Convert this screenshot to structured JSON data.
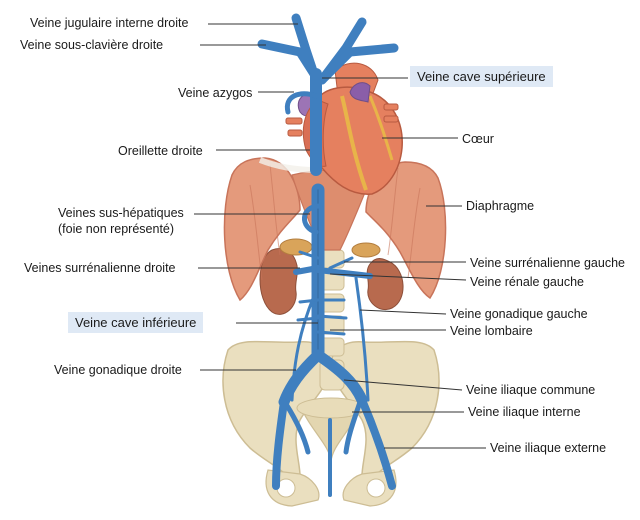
{
  "labels": {
    "jugulaire": "Veine jugulaire interne droite",
    "sous_claviere": "Veine sous-clavière droite",
    "azygos": "Veine azygos",
    "oreillette": "Oreillette droite",
    "sus_hep_1": "Veines sus-hépatiques",
    "sus_hep_2": "(foie non représenté)",
    "surrenale_d": "Veines surrénalienne droite",
    "cave_inf": "Veine cave inférieure",
    "gonadique_d": "Veine gonadique droite",
    "cave_sup": "Veine cave supérieure",
    "coeur": "Cœur",
    "diaphragme": "Diaphragme",
    "surrenale_g": "Veine surrénalienne gauche",
    "renale_g": "Veine rénale gauche",
    "gonadique_g": "Veine gonadique gauche",
    "lombaire": "Veine lombaire",
    "iliaque_commune": "Veine iliaque commune",
    "iliaque_interne": "Veine iliaque interne",
    "iliaque_externe": "Veine iliaque externe"
  },
  "colors": {
    "vein": "#3f7fbf",
    "vein_dark": "#2c5f93",
    "muscle": "#e49a7c",
    "muscle_dark": "#c8745a",
    "heart": "#e5805f",
    "bone": "#eadfbf",
    "bone_dark": "#cdbd94",
    "kidney": "#b86a4e",
    "callout_bg": "#dfe9f5",
    "leader": "#333333"
  },
  "icons": [
    "heart-illustration",
    "diaphragm-illustration",
    "pelvis-illustration",
    "kidney-illustration",
    "vein-tree-illustration"
  ]
}
